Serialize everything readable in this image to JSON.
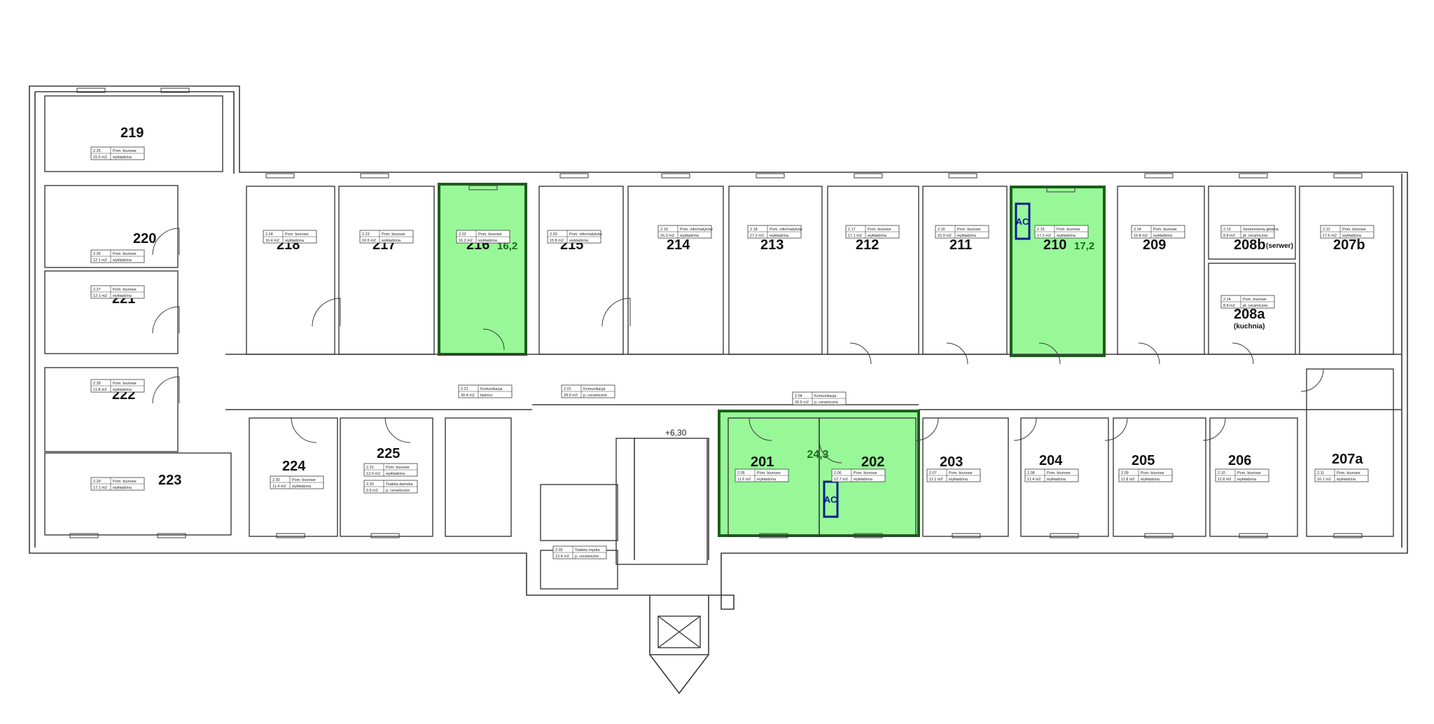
{
  "colors": {
    "wall": "#3a3a3a",
    "highlight_fill": "#98f898",
    "highlight_border": "#1c5e1c",
    "ac_border": "#0b1d8c",
    "area_text": "#1d6b1d"
  },
  "elevation_label": "+6,30",
  "ac_label": "AC",
  "rooms": [
    {
      "number": "219",
      "code": "2.25",
      "type": "Pom. biurowe",
      "area": "15.5 m2",
      "floor": "wykładzina"
    },
    {
      "number": "220",
      "code": "2.26",
      "type": "Pom. biurowe",
      "area": "12.1 m2",
      "floor": "wykładzina"
    },
    {
      "number": "221",
      "code": "2.27",
      "type": "Pom. biurowe",
      "area": "12.1 m2",
      "floor": "wykładzina"
    },
    {
      "number": "222",
      "code": "2.28",
      "type": "Pom. biurowe",
      "area": "11.8 m2",
      "floor": "wykładzina"
    },
    {
      "number": "223",
      "code": "2.29",
      "type": "Pom. biurowe",
      "area": "17.1 m2",
      "floor": "wykładzina"
    },
    {
      "number": "218",
      "code": "2.24",
      "type": "Pom. biurowe",
      "area": "16.4 m2",
      "floor": "wykładzina"
    },
    {
      "number": "217",
      "code": "2.23",
      "type": "Pom. biurowe",
      "area": "16.5 m2",
      "floor": "wykładzina"
    },
    {
      "number": "216",
      "code": "2.22",
      "type": "Pom. biurowe",
      "area": "16.2 m2",
      "floor": "wykładzina",
      "highlight_area": "16,2"
    },
    {
      "number": "215",
      "code": "2.20",
      "type": "Pom. informatyków",
      "area": "15.8 m2",
      "floor": "wykładzina"
    },
    {
      "number": "214",
      "code": "2.19",
      "type": "Pom. informatyków",
      "area": "16.3 m2",
      "floor": "wykładzina"
    },
    {
      "number": "213",
      "code": "2.18",
      "type": "Pom. informatyków",
      "area": "17.2 m2",
      "floor": "wykładzina"
    },
    {
      "number": "212",
      "code": "2.17",
      "type": "Pom. biurowe",
      "area": "17.1 m2",
      "floor": "wykładzina"
    },
    {
      "number": "211",
      "code": "2.16",
      "type": "Pom. biurowe",
      "area": "15.9 m2",
      "floor": "wykładzina"
    },
    {
      "number": "210",
      "code": "2.15",
      "type": "Pom. biurowe",
      "area": "17.2 m2",
      "floor": "wykładzina",
      "highlight_area": "17,2"
    },
    {
      "number": "209",
      "code": "2.14",
      "type": "Pom. biurowe",
      "area": "16.8 m2",
      "floor": "wykładzina"
    },
    {
      "number": "208b",
      "suffix": "(serwer)",
      "code": "2.13",
      "type": "Serwerownia główna",
      "area": "8.8 m2",
      "floor": "pł. ceramiczne"
    },
    {
      "number": "208a",
      "suffix": "(kuchnia)",
      "code": "2.14",
      "type": "Pom. biurowe",
      "area": "8.8 m2",
      "floor": "pł. ceramiczne"
    },
    {
      "number": "207b",
      "code": "2.12",
      "type": "Pom. biurowe",
      "area": "17.6 m2",
      "floor": "wykładzina"
    },
    {
      "number": "224",
      "code": "2.30",
      "type": "Pom. biurowe",
      "area": "11.4 m2",
      "floor": "wykładzina"
    },
    {
      "number": "225",
      "code": "2.31",
      "type": "Pom. biurowe",
      "area": "12.0 m2",
      "floor": "wykładzina",
      "extra": {
        "code": "2.33",
        "type": "Toaleta damska",
        "area": "9.9 m2",
        "floor": "p. ceramiczne"
      }
    },
    {
      "number": "201",
      "code": "2.05",
      "type": "Pom. biurowe",
      "area": "11.6 m2",
      "floor": "wykładzina"
    },
    {
      "number": "202",
      "code": "2.06",
      "type": "Pom. biurowe",
      "area": "12.7 m2",
      "floor": "wykładzina"
    },
    {
      "number": "203",
      "code": "2.07",
      "type": "Pom. biurowe",
      "area": "11.1 m2",
      "floor": "wykładzina"
    },
    {
      "number": "204",
      "code": "2.08",
      "type": "Pom. biurowe",
      "area": "11.4 m2",
      "floor": "wykładzina"
    },
    {
      "number": "205",
      "code": "2.09",
      "type": "Pom. biurowe",
      "area": "11.8 m2",
      "floor": "wykładzina"
    },
    {
      "number": "206",
      "code": "2.10",
      "type": "Pom. biurowe",
      "area": "11.8 m2",
      "floor": "wykładzina"
    },
    {
      "number": "207a",
      "code": "2.11",
      "type": "Pom. biurowe",
      "area": "16.1 m2",
      "floor": "wykładzina"
    }
  ],
  "combined_area": "24,3",
  "corridors": [
    {
      "code": "2.21",
      "type": "Komunikacja",
      "area": "30.4 m2",
      "floor": "lastrico"
    },
    {
      "code": "2.01",
      "type": "Komunikacja",
      "area": "28.0 m2",
      "floor": "p. ceramiczne"
    },
    {
      "code": "2.04",
      "type": "Komunikacja",
      "area": "26.5 m2",
      "floor": "p. ceramiczne"
    },
    {
      "code": "2.02",
      "type": "Toaleta męska",
      "area": "12.4 m2",
      "floor": "p. ceramiczne"
    }
  ]
}
